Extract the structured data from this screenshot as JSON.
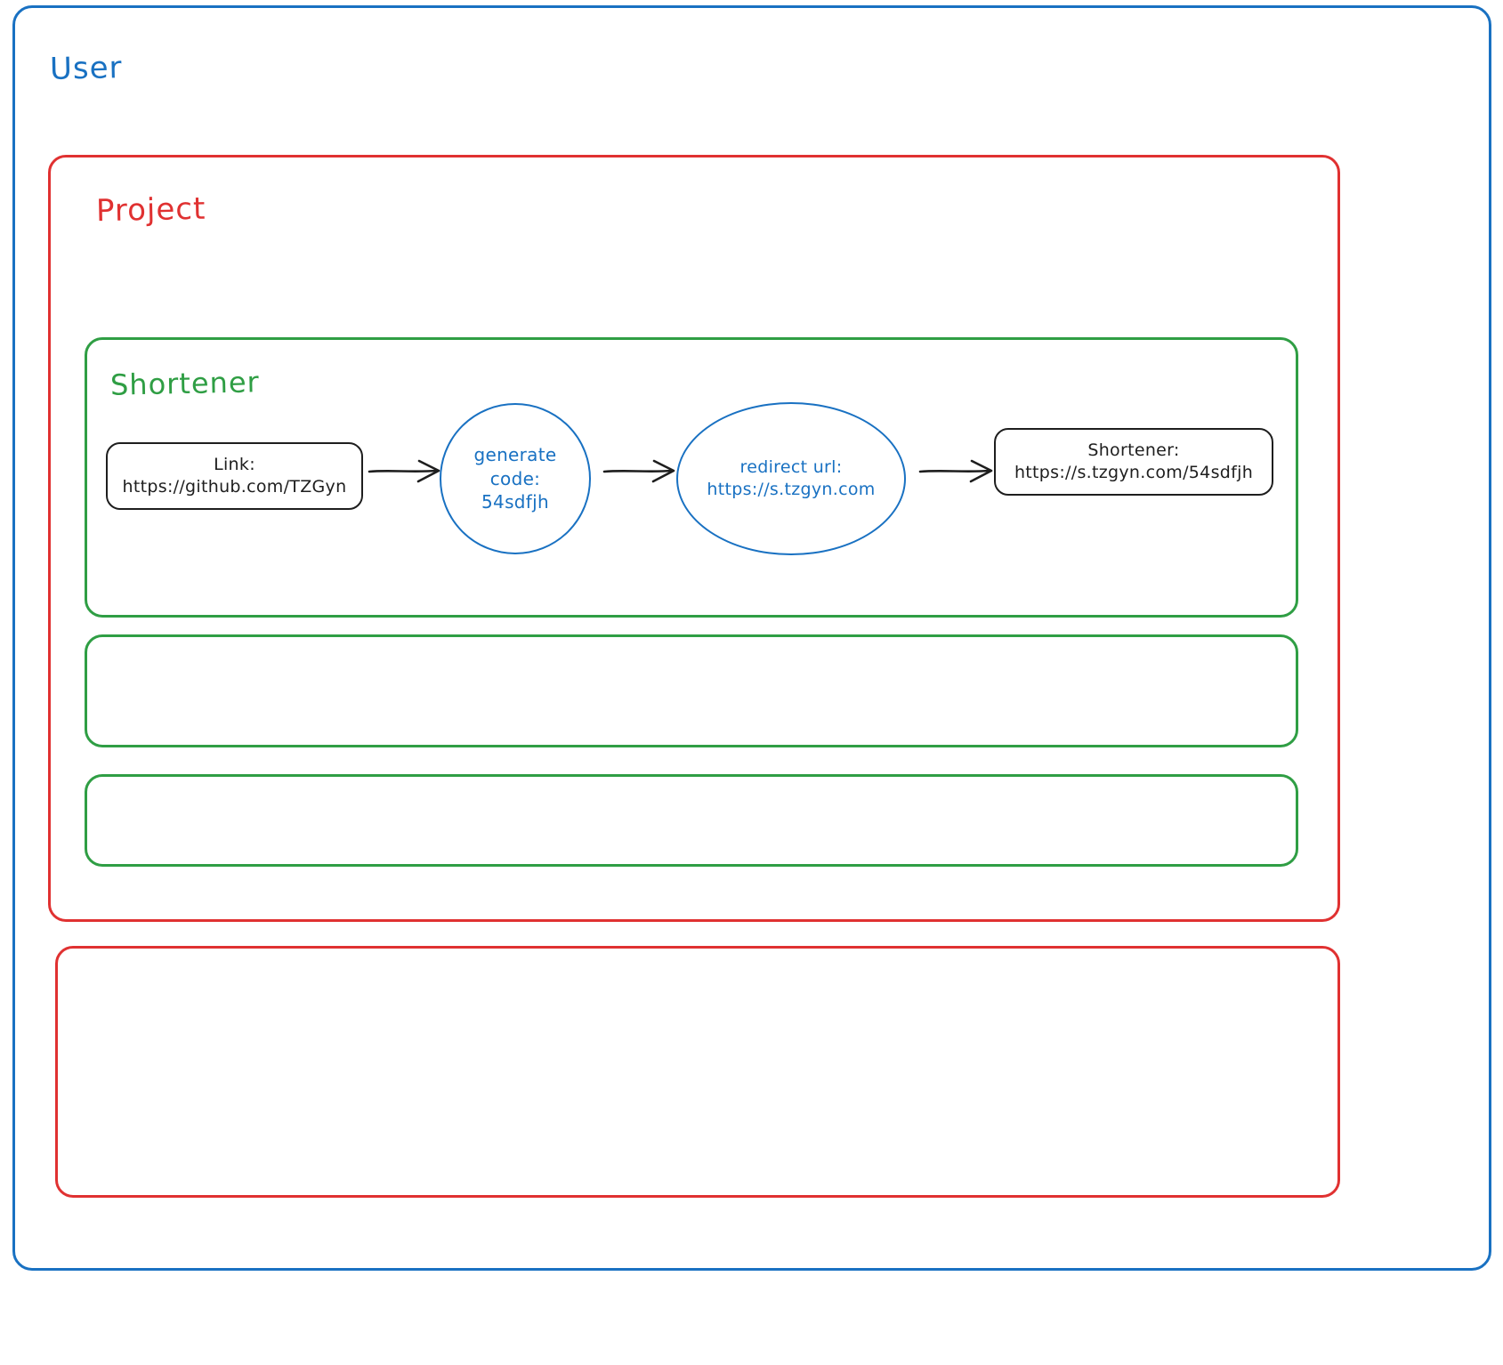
{
  "diagram": {
    "title_label": "User",
    "colors": {
      "user_border": "#1971c2",
      "project_border": "#e03131",
      "shortener_border": "#2f9e44",
      "node_stroke": "#1e1e1e",
      "blue_node_stroke": "#1971c2",
      "background": "#ffffff"
    },
    "containers": {
      "user": {
        "label": "User"
      },
      "project": {
        "label": "Project"
      },
      "project_empty": {
        "label": ""
      },
      "shortener": {
        "label": "Shortener"
      },
      "green_empty_1": {
        "label": ""
      },
      "green_empty_2": {
        "label": ""
      }
    },
    "nodes": [
      {
        "name": "link-node",
        "shape": "rounded-rect",
        "line1": "Link:",
        "line2": "https://github.com/TZGyn"
      },
      {
        "name": "generate-code-node",
        "shape": "circle",
        "line1": "generate",
        "line2": "code:",
        "line3": "54sdfjh"
      },
      {
        "name": "redirect-url-node",
        "shape": "ellipse",
        "line1": "redirect url:",
        "line2": "https://s.tzgyn.com"
      },
      {
        "name": "shortener-output-node",
        "shape": "rounded-rect",
        "line1": "Shortener:",
        "line2": "https://s.tzgyn.com/54sdfjh"
      }
    ],
    "arrows": [
      {
        "name": "arrow-link-to-generate",
        "from": "link-node",
        "to": "generate-code-node"
      },
      {
        "name": "arrow-generate-to-redirect",
        "from": "generate-code-node",
        "to": "redirect-url-node"
      },
      {
        "name": "arrow-redirect-to-output",
        "from": "redirect-url-node",
        "to": "shortener-output-node"
      }
    ]
  }
}
